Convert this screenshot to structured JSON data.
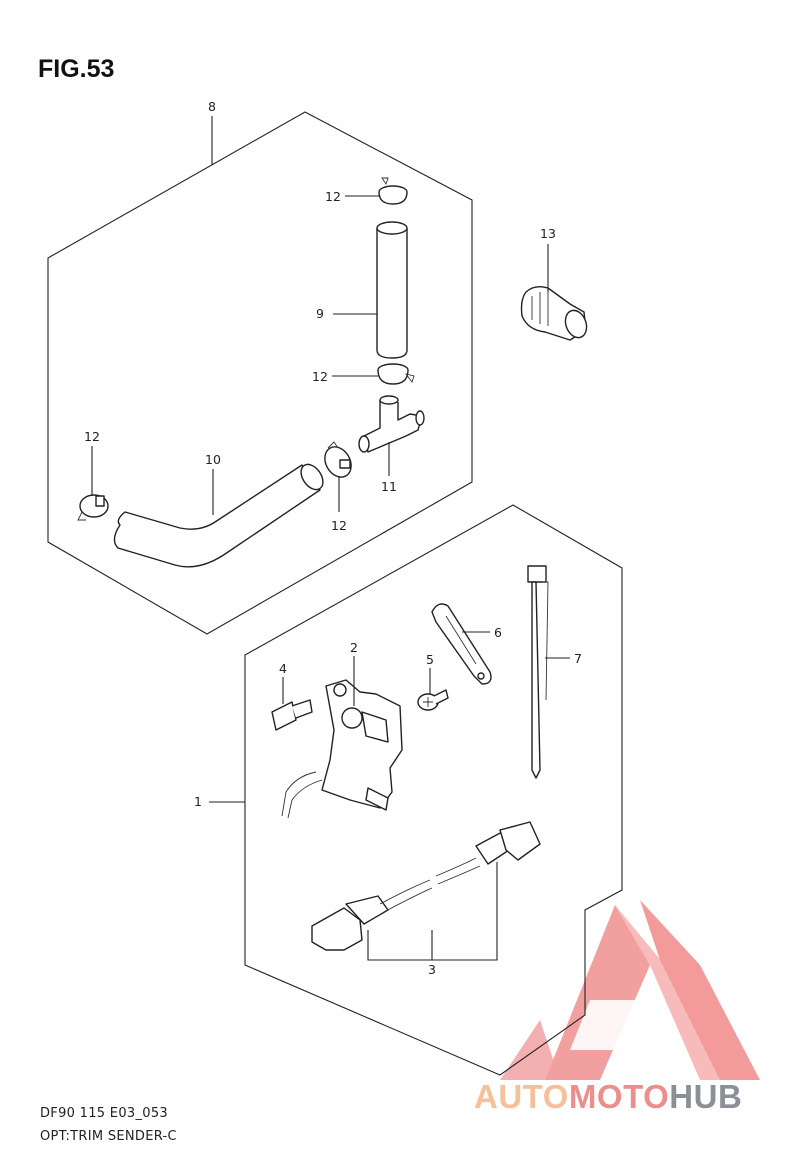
{
  "figure": {
    "title": "FIG.53",
    "footer_line1": "DF90 115 E03_053",
    "footer_line2": "OPT:TRIM SENDER-C"
  },
  "callouts": [
    "1",
    "2",
    "3",
    "4",
    "5",
    "6",
    "7",
    "8",
    "9",
    "10",
    "11",
    "12",
    "12",
    "12",
    "12",
    "13"
  ],
  "watermark": {
    "parts": [
      "AUTO",
      "MOTO",
      "HUB"
    ],
    "colors": {
      "auto": "#f5c09a",
      "moto": "#ec8f8c",
      "hub": "#8b8f96",
      "logo": "#ef7f7f"
    }
  }
}
